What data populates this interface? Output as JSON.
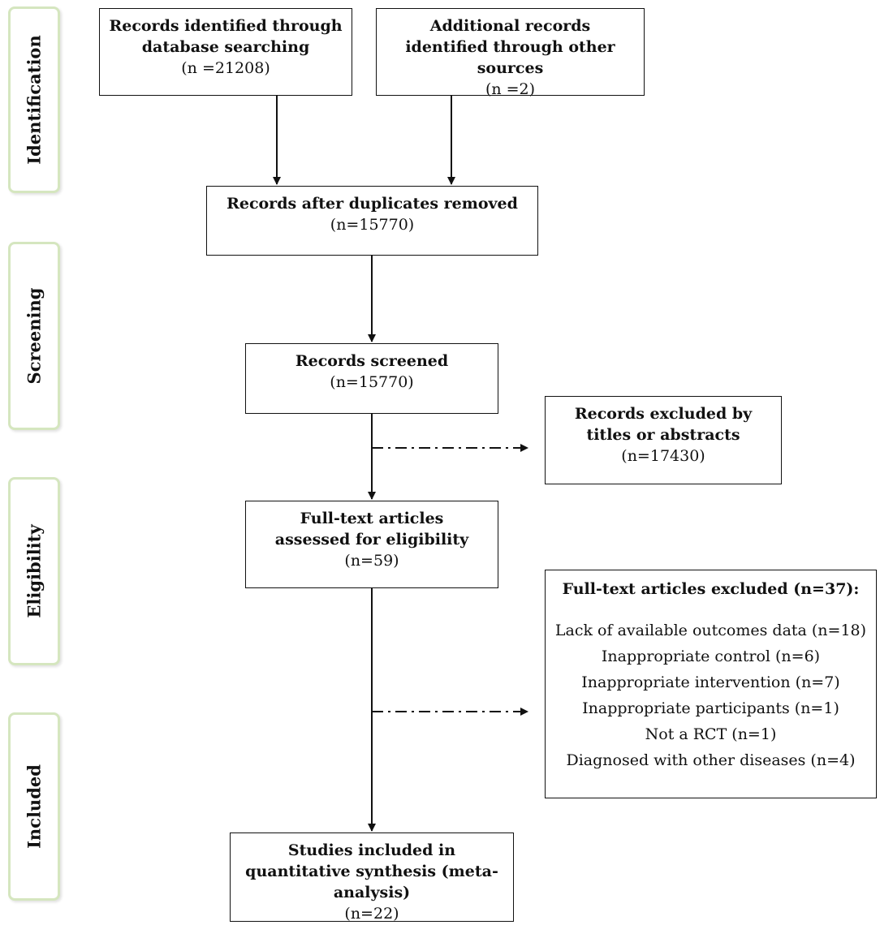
{
  "phases": {
    "identification": "Identification",
    "screening": "Screening",
    "eligibility": "Eligibility",
    "included": "Included"
  },
  "boxes": {
    "database_search": {
      "title": "Records identified through database searching",
      "count": "(n =21208)"
    },
    "other_sources": {
      "title": "Additional records identified through other sources",
      "count": "(n =2)"
    },
    "after_duplicates": {
      "title": "Records after duplicates removed",
      "count": "(n=15770)"
    },
    "screened": {
      "title": "Records screened",
      "count": "(n=15770)"
    },
    "excluded_titles": {
      "title": "Records excluded by titles or abstracts",
      "count": "(n=17430)"
    },
    "fulltext_assessed": {
      "title": "Full-text articles assessed for eligibility",
      "count": "(n=59)"
    },
    "fulltext_excluded": {
      "title": "Full-text articles excluded (n=37):",
      "reasons": [
        "Lack of available outcomes data (n=18)",
        "Inappropriate control (n=6)",
        "Inappropriate intervention (n=7)",
        "Inappropriate participants (n=1)",
        "Not a RCT (n=1)",
        "Diagnosed with other diseases (n=4)"
      ]
    },
    "included_studies": {
      "title": "Studies included in quantitative synthesis (meta-analysis)",
      "count": "(n=22)"
    }
  }
}
